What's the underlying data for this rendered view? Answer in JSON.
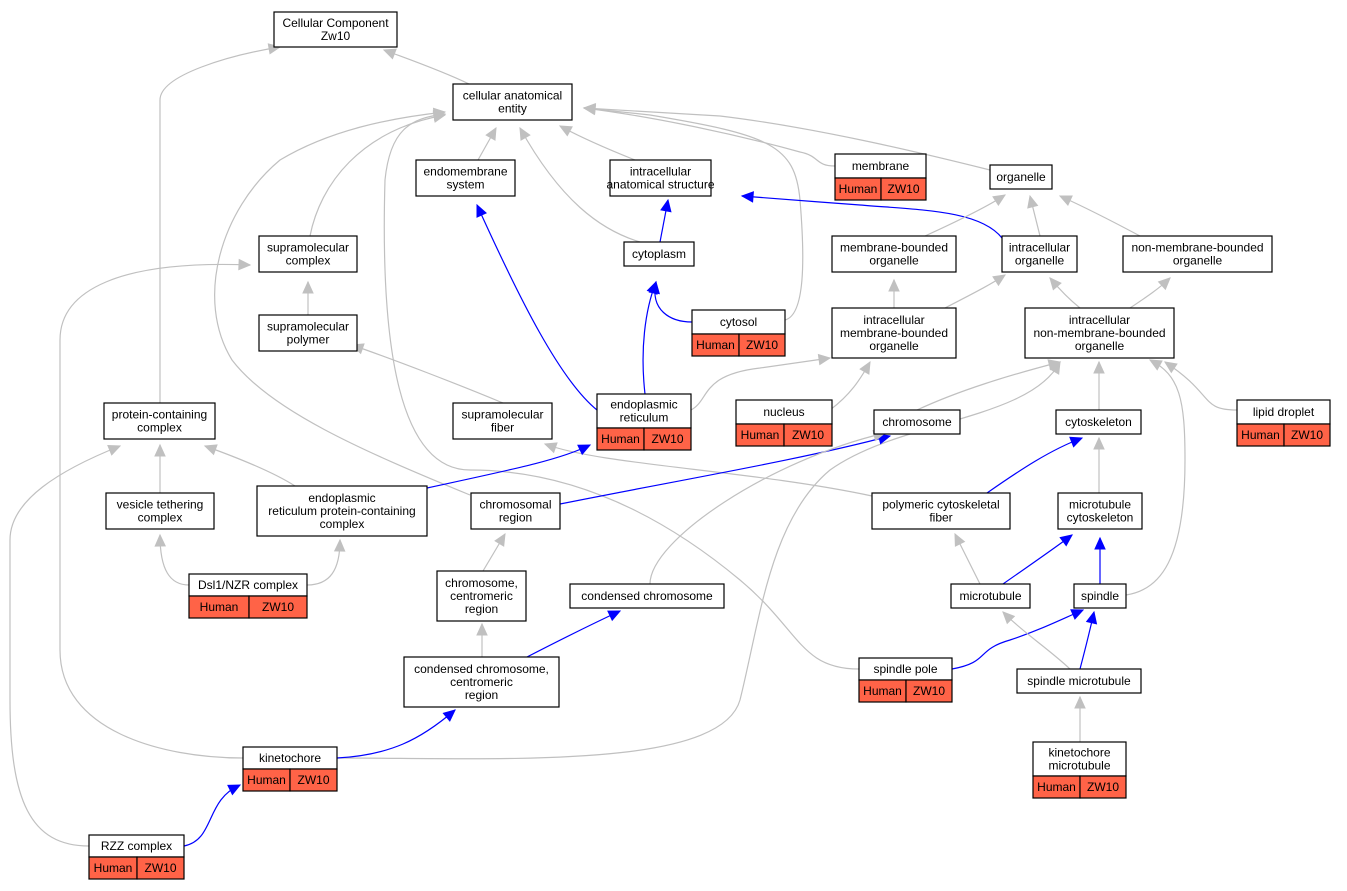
{
  "title": "Cellular Component Zw10",
  "colors": {
    "background": "#ffffff",
    "node_fill": "#ffffff",
    "annotation_fill": "#ff6347",
    "gray_edge": "#c0c0c0",
    "blue_edge": "#0000ff"
  },
  "nodes": {
    "root": {
      "lines": [
        "Cellular Component",
        "Zw10"
      ]
    },
    "cae": {
      "lines": [
        "cellular anatomical",
        "entity"
      ]
    },
    "endo": {
      "lines": [
        "endomembrane",
        "system"
      ]
    },
    "ias": {
      "lines": [
        "intracellular",
        "anatomical structure"
      ]
    },
    "membrane": {
      "lines": [
        "membrane"
      ],
      "annotation": [
        "Human",
        "ZW10"
      ]
    },
    "organelle": {
      "lines": [
        "organelle"
      ]
    },
    "smc": {
      "lines": [
        "supramolecular",
        "complex"
      ]
    },
    "cytoplasm": {
      "lines": [
        "cytoplasm"
      ]
    },
    "mbo": {
      "lines": [
        "membrane-bounded",
        "organelle"
      ]
    },
    "io": {
      "lines": [
        "intracellular",
        "organelle"
      ]
    },
    "nmbo": {
      "lines": [
        "non-membrane-bounded",
        "organelle"
      ]
    },
    "smp": {
      "lines": [
        "supramolecular",
        "polymer"
      ]
    },
    "cytosol": {
      "lines": [
        "cytosol"
      ],
      "annotation": [
        "Human",
        "ZW10"
      ]
    },
    "imbo": {
      "lines": [
        "intracellular",
        "membrane-bounded",
        "organelle"
      ]
    },
    "inmbo": {
      "lines": [
        "intracellular",
        "non-membrane-bounded",
        "organelle"
      ]
    },
    "pcc": {
      "lines": [
        "protein-containing",
        "complex"
      ]
    },
    "smf": {
      "lines": [
        "supramolecular",
        "fiber"
      ]
    },
    "er": {
      "lines": [
        "endoplasmic",
        "reticulum"
      ],
      "annotation": [
        "Human",
        "ZW10"
      ]
    },
    "nucleus": {
      "lines": [
        "nucleus"
      ],
      "annotation": [
        "Human",
        "ZW10"
      ]
    },
    "chromosome": {
      "lines": [
        "chromosome"
      ]
    },
    "cytoskeleton": {
      "lines": [
        "cytoskeleton"
      ]
    },
    "lipid": {
      "lines": [
        "lipid droplet"
      ],
      "annotation": [
        "Human",
        "ZW10"
      ]
    },
    "vtc": {
      "lines": [
        "vesicle tethering",
        "complex"
      ]
    },
    "erpcc": {
      "lines": [
        "endoplasmic",
        "reticulum protein-containing",
        "complex"
      ]
    },
    "chromreg": {
      "lines": [
        "chromosomal",
        "region"
      ]
    },
    "pcf": {
      "lines": [
        "polymeric cytoskeletal",
        "fiber"
      ]
    },
    "mtcs": {
      "lines": [
        "microtubule",
        "cytoskeleton"
      ]
    },
    "dsl1": {
      "lines": [
        "Dsl1/NZR complex"
      ],
      "annotation": [
        "Human",
        "ZW10"
      ]
    },
    "ccr": {
      "lines": [
        "chromosome,",
        "centromeric",
        "region"
      ]
    },
    "condchrom": {
      "lines": [
        "condensed chromosome"
      ]
    },
    "microtubule": {
      "lines": [
        "microtubule"
      ]
    },
    "spindle": {
      "lines": [
        "spindle"
      ]
    },
    "cccr": {
      "lines": [
        "condensed chromosome,",
        "centromeric",
        "region"
      ]
    },
    "spole": {
      "lines": [
        "spindle pole"
      ],
      "annotation": [
        "Human",
        "ZW10"
      ]
    },
    "smt": {
      "lines": [
        "spindle microtubule"
      ]
    },
    "kinetochore": {
      "lines": [
        "kinetochore"
      ],
      "annotation": [
        "Human",
        "ZW10"
      ]
    },
    "kmt": {
      "lines": [
        "kinetochore",
        "microtubule"
      ],
      "annotation": [
        "Human",
        "ZW10"
      ]
    },
    "rzz": {
      "lines": [
        "RZZ complex"
      ],
      "annotation": [
        "Human",
        "ZW10"
      ]
    }
  },
  "edges": [
    {
      "from": "cae",
      "to": "root",
      "color": "gray"
    },
    {
      "from": "pcc",
      "to": "root",
      "color": "gray"
    },
    {
      "from": "endo",
      "to": "cae",
      "color": "gray"
    },
    {
      "from": "ias",
      "to": "cae",
      "color": "gray"
    },
    {
      "from": "membrane",
      "to": "cae",
      "color": "gray"
    },
    {
      "from": "organelle",
      "to": "cae",
      "color": "gray"
    },
    {
      "from": "smc",
      "to": "cae",
      "color": "gray"
    },
    {
      "from": "cytoplasm",
      "to": "cae",
      "color": "gray"
    },
    {
      "from": "cytosol",
      "to": "cae",
      "color": "gray"
    },
    {
      "from": "erpcc",
      "to": "cae",
      "color": "gray"
    },
    {
      "from": "spole",
      "to": "cae",
      "color": "gray"
    },
    {
      "from": "kinetochore",
      "to": "cae",
      "color": "gray"
    },
    {
      "from": "smp",
      "to": "smc",
      "color": "gray"
    },
    {
      "from": "rzz",
      "to": "smc",
      "color": "gray"
    },
    {
      "from": "smf",
      "to": "smp",
      "color": "gray"
    },
    {
      "from": "pcf",
      "to": "smf",
      "color": "gray"
    },
    {
      "from": "er",
      "to": "endo",
      "color": "blue"
    },
    {
      "from": "cytoplasm",
      "to": "ias",
      "color": "blue"
    },
    {
      "from": "io",
      "to": "ias",
      "color": "blue"
    },
    {
      "from": "cytosol",
      "to": "cytoplasm",
      "color": "blue"
    },
    {
      "from": "er",
      "to": "cytoplasm",
      "color": "blue"
    },
    {
      "from": "mbo",
      "to": "organelle",
      "color": "gray"
    },
    {
      "from": "io",
      "to": "organelle",
      "color": "gray"
    },
    {
      "from": "nmbo",
      "to": "organelle",
      "color": "gray"
    },
    {
      "from": "imbo",
      "to": "mbo",
      "color": "gray"
    },
    {
      "from": "imbo",
      "to": "io",
      "color": "gray"
    },
    {
      "from": "inmbo",
      "to": "io",
      "color": "gray"
    },
    {
      "from": "inmbo",
      "to": "nmbo",
      "color": "gray"
    },
    {
      "from": "er",
      "to": "imbo",
      "color": "gray"
    },
    {
      "from": "nucleus",
      "to": "imbo",
      "color": "gray"
    },
    {
      "from": "chromosome",
      "to": "inmbo",
      "color": "gray"
    },
    {
      "from": "cytoskeleton",
      "to": "inmbo",
      "color": "gray"
    },
    {
      "from": "lipid",
      "to": "inmbo",
      "color": "gray"
    },
    {
      "from": "spindle",
      "to": "inmbo",
      "color": "gray"
    },
    {
      "from": "kinetochore",
      "to": "inmbo",
      "color": "gray"
    },
    {
      "from": "vtc",
      "to": "pcc",
      "color": "gray"
    },
    {
      "from": "erpcc",
      "to": "pcc",
      "color": "gray"
    },
    {
      "from": "rzz",
      "to": "pcc",
      "color": "gray"
    },
    {
      "from": "erpcc",
      "to": "er",
      "color": "blue"
    },
    {
      "from": "chromreg",
      "to": "chromosome",
      "color": "blue"
    },
    {
      "from": "condchrom",
      "to": "chromosome",
      "color": "gray"
    },
    {
      "from": "pcf",
      "to": "cytoskeleton",
      "color": "blue"
    },
    {
      "from": "mtcs",
      "to": "cytoskeleton",
      "color": "gray"
    },
    {
      "from": "dsl1",
      "to": "vtc",
      "color": "gray"
    },
    {
      "from": "dsl1",
      "to": "erpcc",
      "color": "gray"
    },
    {
      "from": "ccr",
      "to": "chromreg",
      "color": "gray"
    },
    {
      "from": "microtubule",
      "to": "pcf",
      "color": "gray"
    },
    {
      "from": "microtubule",
      "to": "mtcs",
      "color": "blue"
    },
    {
      "from": "spindle",
      "to": "mtcs",
      "color": "blue"
    },
    {
      "from": "cccr",
      "to": "ccr",
      "color": "gray"
    },
    {
      "from": "cccr",
      "to": "condchrom",
      "color": "blue"
    },
    {
      "from": "spole",
      "to": "spindle",
      "color": "blue"
    },
    {
      "from": "smt",
      "to": "spindle",
      "color": "blue"
    },
    {
      "from": "smt",
      "to": "microtubule",
      "color": "gray"
    },
    {
      "from": "kmt",
      "to": "smt",
      "color": "gray"
    },
    {
      "from": "kinetochore",
      "to": "cccr",
      "color": "blue"
    },
    {
      "from": "rzz",
      "to": "kinetochore",
      "color": "blue"
    }
  ]
}
